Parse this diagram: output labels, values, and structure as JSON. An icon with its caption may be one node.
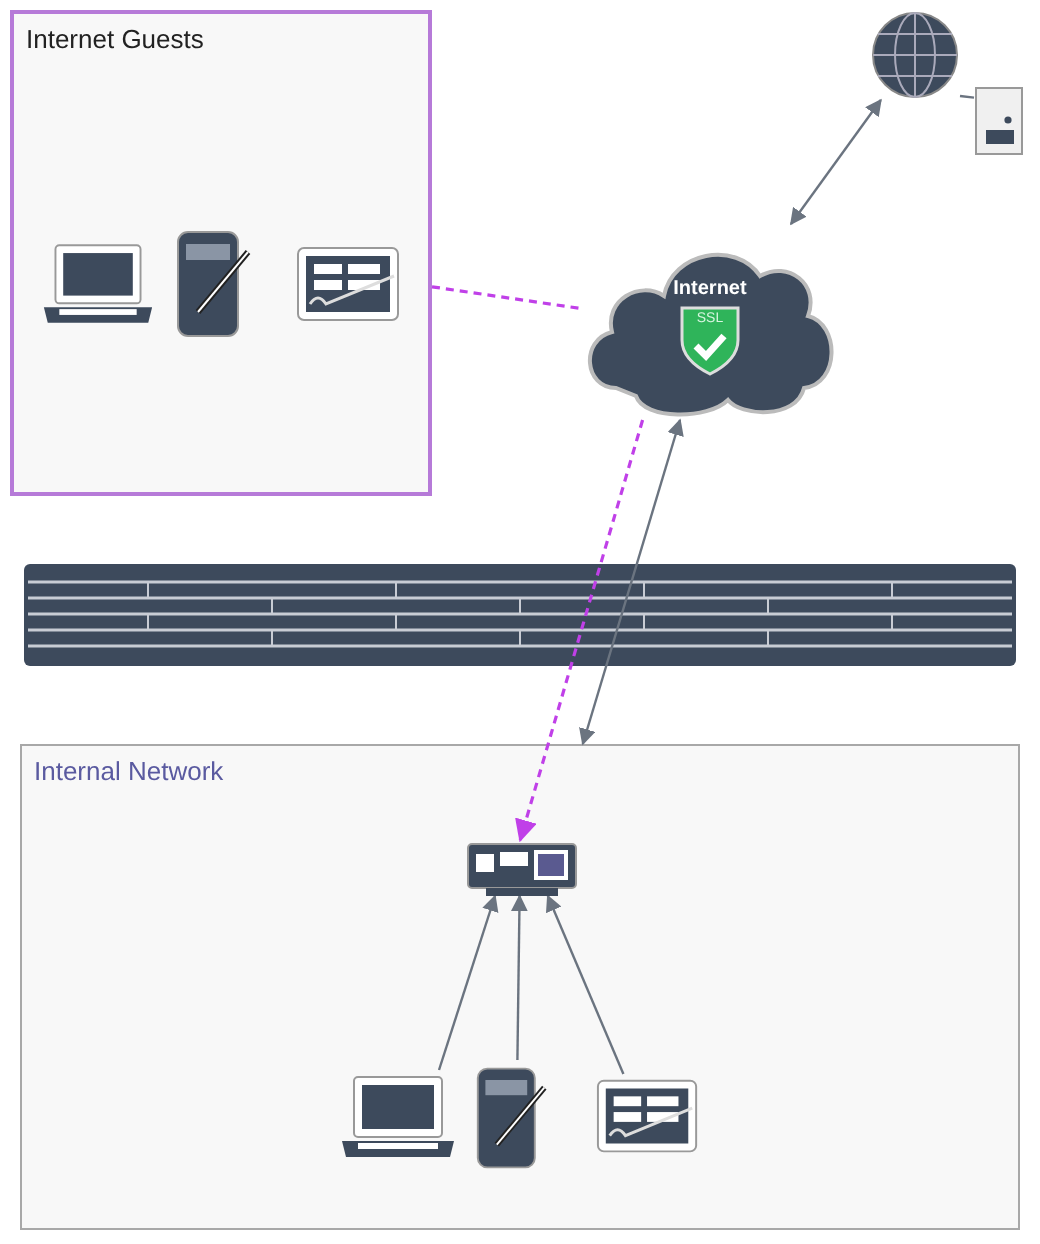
{
  "diagram": {
    "nodes": [
      {
        "text": [
          "Internet Guests"
        ]
      },
      {
        "text": [],
        "shape": "laptop",
        "in": 0
      },
      {
        "text": [],
        "shape": "handheld",
        "in": 0
      },
      {
        "text": [],
        "shape": "tablet",
        "in": 0
      },
      {
        "text": [
          "Internet",
          "SSL"
        ]
      },
      {
        "text": [],
        "shape": "globe"
      },
      {
        "text": [],
        "shape": "server"
      },
      {
        "text": [
          "Internal Network"
        ]
      },
      {
        "text": [],
        "shape": "pod",
        "in": 7
      },
      {
        "text": [],
        "shape": "laptop",
        "in": 7
      },
      {
        "text": [],
        "shape": "handheld",
        "in": 7
      },
      {
        "text": [],
        "shape": "tablet",
        "in": 7
      }
    ],
    "edges": [
      {
        "from": 0,
        "to": 4,
        "arrow": "none",
        "style": "dashed",
        "color": "#c040e8"
      },
      {
        "from": 4,
        "to": 8,
        "arrow": "to",
        "style": "dashed",
        "color": "#c040e8"
      },
      {
        "from": 4,
        "to": 7,
        "arrow": "both"
      },
      {
        "from": 5,
        "to": 4,
        "arrow": "both"
      },
      {
        "from": 5,
        "to": 6,
        "arrow": "none"
      },
      {
        "from": 9,
        "to": 8,
        "arrow": "to"
      },
      {
        "from": 10,
        "to": 8,
        "arrow": "to"
      },
      {
        "from": 11,
        "to": 8,
        "arrow": "to"
      }
    ]
  }
}
